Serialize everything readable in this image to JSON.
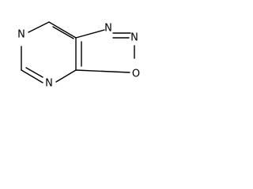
{
  "structure": {
    "atoms": [
      {
        "id": "n1",
        "label": "N"
      },
      {
        "id": "n3",
        "label": "N"
      },
      {
        "id": "n4",
        "label": "N"
      },
      {
        "id": "n5",
        "label": "N"
      },
      {
        "id": "o1",
        "label": "O"
      }
    ]
  },
  "colors": {
    "bond": "#000000",
    "label": "#000000",
    "background": "#ffffff"
  }
}
